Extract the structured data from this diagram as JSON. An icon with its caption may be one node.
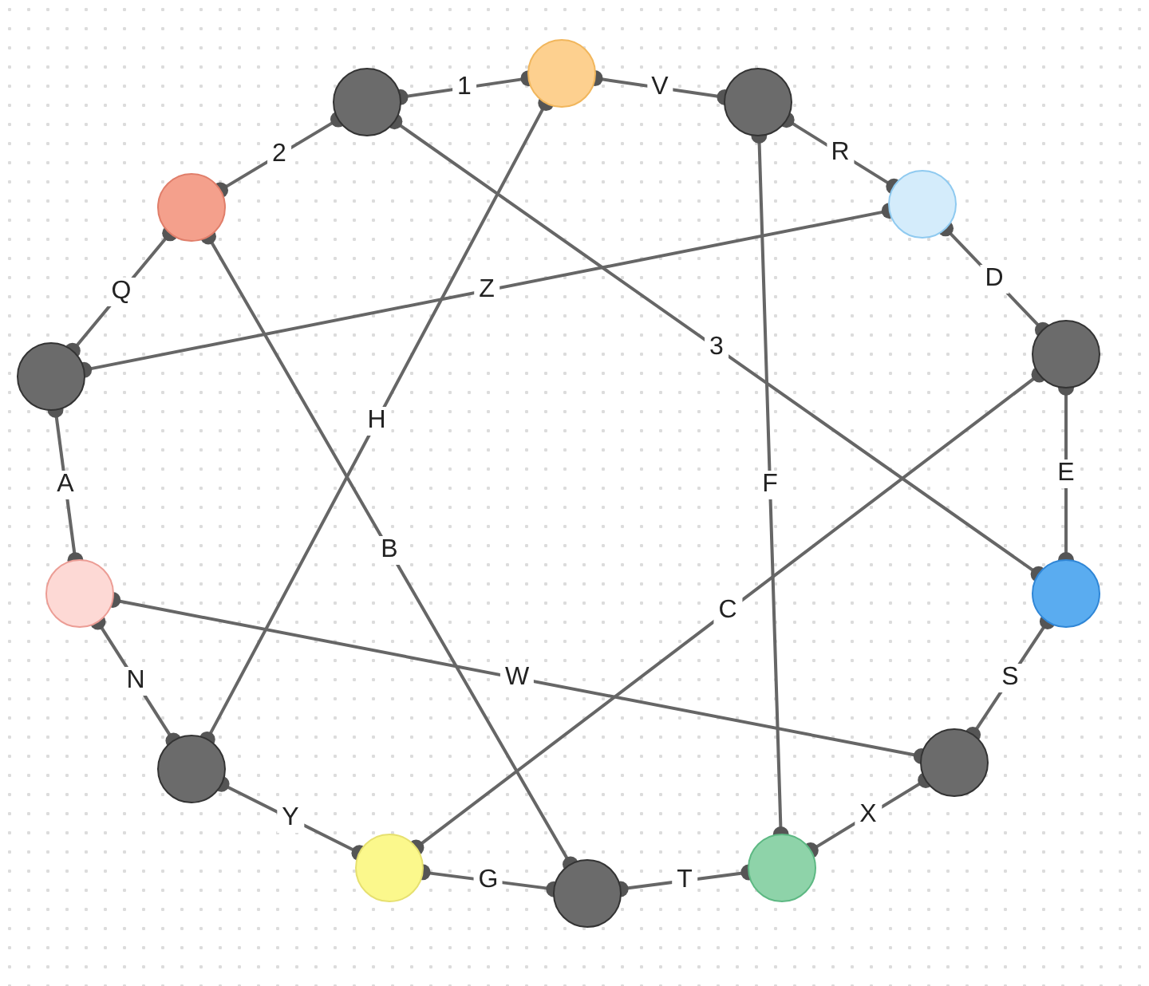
{
  "diagram": {
    "nodes": [
      {
        "text": [],
        "shape": "circle"
      },
      {
        "text": [],
        "shape": "circle"
      },
      {
        "text": [],
        "shape": "circle"
      },
      {
        "text": [],
        "shape": "circle"
      },
      {
        "text": [],
        "shape": "circle"
      },
      {
        "text": [],
        "shape": "circle"
      },
      {
        "text": [],
        "shape": "circle"
      },
      {
        "text": [],
        "shape": "circle"
      },
      {
        "text": [],
        "shape": "circle"
      },
      {
        "text": [],
        "shape": "circle"
      },
      {
        "text": [],
        "shape": "circle"
      },
      {
        "text": [],
        "shape": "circle"
      },
      {
        "text": [],
        "shape": "circle"
      },
      {
        "text": [],
        "shape": "circle"
      }
    ],
    "edges": [
      {
        "from": 0,
        "to": 1,
        "arrow": "other",
        "label": "1"
      },
      {
        "from": 1,
        "to": 2,
        "arrow": "other",
        "label": "V"
      },
      {
        "from": 3,
        "to": 0,
        "arrow": "other",
        "label": "2"
      },
      {
        "from": 2,
        "to": 4,
        "arrow": "other",
        "label": "R"
      },
      {
        "from": 5,
        "to": 3,
        "arrow": "other",
        "label": "Q"
      },
      {
        "from": 4,
        "to": 6,
        "arrow": "other",
        "label": "D"
      },
      {
        "from": 5,
        "to": 4,
        "arrow": "other",
        "label": "Z"
      },
      {
        "from": 0,
        "to": 8,
        "arrow": "other",
        "label": "3"
      },
      {
        "from": 1,
        "to": 9,
        "arrow": "other",
        "label": "H"
      },
      {
        "from": 3,
        "to": 12,
        "arrow": "other",
        "label": "B"
      },
      {
        "from": 2,
        "to": 13,
        "arrow": "other",
        "label": "F"
      },
      {
        "from": 6,
        "to": 8,
        "arrow": "other",
        "label": "E"
      },
      {
        "from": 6,
        "to": 11,
        "arrow": "other",
        "label": "C"
      },
      {
        "from": 5,
        "to": 7,
        "arrow": "other",
        "label": "A"
      },
      {
        "from": 7,
        "to": 10,
        "arrow": "other",
        "label": "W"
      },
      {
        "from": 7,
        "to": 9,
        "arrow": "other",
        "label": "N"
      },
      {
        "from": 8,
        "to": 10,
        "arrow": "other",
        "label": "S"
      },
      {
        "from": 9,
        "to": 11,
        "arrow": "other",
        "label": "Y"
      },
      {
        "from": 10,
        "to": 13,
        "arrow": "other",
        "label": "X"
      },
      {
        "from": 11,
        "to": 12,
        "arrow": "other",
        "label": "G"
      },
      {
        "from": 12,
        "to": 13,
        "arrow": "other",
        "label": "T"
      }
    ]
  }
}
